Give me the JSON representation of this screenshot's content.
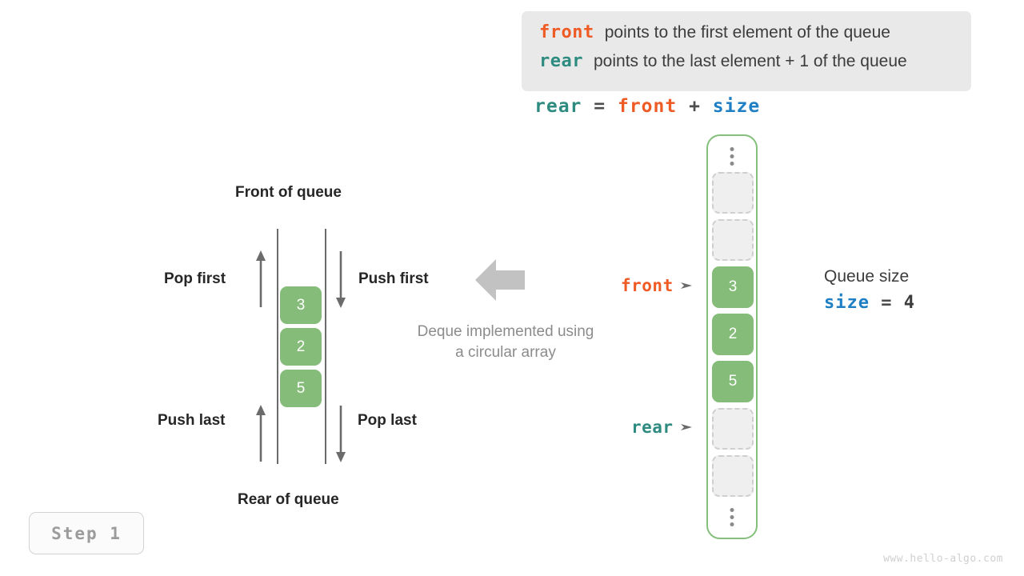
{
  "legend": {
    "lines": [
      {
        "key": "front",
        "desc": "points to the first element of the queue",
        "color": "#ef5b25"
      },
      {
        "key": "rear",
        "desc": "points to the last element + 1 of the queue",
        "color": "#2e8b80"
      }
    ]
  },
  "formula": {
    "lhs": "rear",
    "eq": "=",
    "rhs1": "front",
    "plus": "+",
    "rhs2": "size"
  },
  "deque": {
    "top_label": "Front of queue",
    "bottom_label": "Rear of queue",
    "operations": {
      "pop_first": "Pop first",
      "push_first": "Push first",
      "push_last": "Push last",
      "pop_last": "Pop last"
    },
    "cells": [
      "3",
      "2",
      "5"
    ]
  },
  "implementation": {
    "caption_line1": "Deque implemented using",
    "caption_line2": "a circular array",
    "arrow_icon": "left-arrow-icon"
  },
  "array": {
    "cells": [
      {
        "value": "",
        "filled": false
      },
      {
        "value": "",
        "filled": false
      },
      {
        "value": "3",
        "filled": true
      },
      {
        "value": "2",
        "filled": true
      },
      {
        "value": "5",
        "filled": true
      },
      {
        "value": "",
        "filled": false
      },
      {
        "value": "",
        "filled": false
      }
    ],
    "pointers": {
      "front": {
        "label": "front",
        "target_index": 2,
        "color": "#ef5b25"
      },
      "rear": {
        "label": "rear",
        "target_index": 5,
        "color": "#2e8b80"
      }
    },
    "ellipsis_top": "vertical-ellipsis-icon",
    "ellipsis_bottom": "vertical-ellipsis-icon"
  },
  "size_info": {
    "title": "Queue size",
    "var": "size",
    "eq": "=",
    "value": "4"
  },
  "step": {
    "label": "Step 1"
  },
  "watermark": {
    "text": "www.hello-algo.com"
  },
  "colors": {
    "accent_green": "#86bc79",
    "front_orange": "#ef5b25",
    "rear_teal": "#2e8b80",
    "size_blue": "#1f7fc4",
    "legend_bg": "#e9e9e9",
    "empty_cell": "#efefef"
  }
}
